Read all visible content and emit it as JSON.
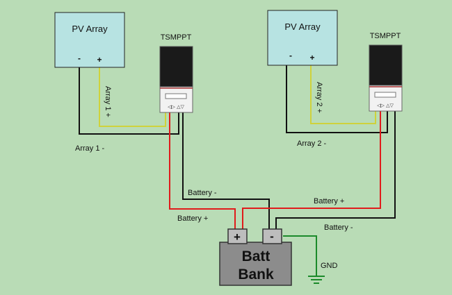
{
  "pv_array_1": {
    "title": "PV Array",
    "minus": "-",
    "plus": "+"
  },
  "pv_array_2": {
    "title": "PV Array",
    "minus": "-",
    "plus": "+"
  },
  "controller_1": {
    "title": "TSMPPT",
    "buttons": "◁▷ △▽"
  },
  "controller_2": {
    "title": "TSMPPT",
    "buttons": "◁▷ △▽"
  },
  "wire_labels": {
    "array1_plus": "Array 1 +",
    "array1_minus": "Array 1 -",
    "array2_plus": "Array 2 +",
    "array2_minus": "Array 2 -",
    "battery_minus_left": "Battery -",
    "battery_plus_left": "Battery +",
    "battery_plus_right": "Battery +",
    "battery_minus_right": "Battery -",
    "gnd": "GND"
  },
  "battery": {
    "line1": "Batt",
    "line2": "Bank",
    "plus": "+",
    "minus": "-"
  },
  "colors": {
    "background": "#b9dcb6",
    "panel_fill": "#b7e3e2",
    "wire_positive": "#e01b1b",
    "wire_negative": "#111111",
    "wire_array_positive": "#cfd23b",
    "wire_ground": "#1b8a2a",
    "battery_fill": "#8c8c8c"
  }
}
